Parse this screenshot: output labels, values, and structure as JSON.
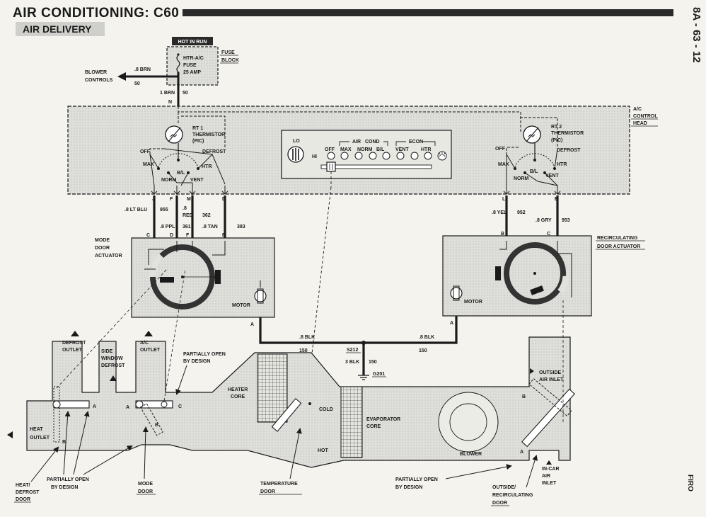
{
  "header": {
    "title": "AIR CONDITIONING: C60",
    "subtitle": "AIR DELIVERY",
    "page_ref": "8A - 63 - 12",
    "side_code": "FIRO"
  },
  "fuse_block": {
    "hot_in_run": "HOT IN RUN",
    "fuse_line1": "HTR-A/C",
    "fuse_line2": "FUSE",
    "fuse_rating": "25 AMP",
    "label_1": "FUSE",
    "label_2": "BLOCK",
    "blower_wire": ".8 BRN",
    "blower_circuit": "50",
    "blower_l1": "BLOWER",
    "blower_l2": "CONTROLS",
    "down_wire": "1 BRN",
    "down_circuit": "50",
    "pin": "N"
  },
  "control_head": {
    "label_1": "A/C",
    "label_2": "CONTROL",
    "label_3": "HEAD",
    "lo": "LO",
    "hi": "HI",
    "air": "AIR",
    "cond": "COND",
    "econ": "ECON",
    "buttons": [
      "OFF",
      "MAX",
      "NORM",
      "B/L",
      "VENT",
      "HTR"
    ]
  },
  "rt1": {
    "name": "RT 1",
    "l2": "THERMISTOR",
    "l3": "(PIC)",
    "off": "OFF",
    "max": "MAX",
    "defrost": "DEFROST",
    "bl": "B/L",
    "htr": "HTR",
    "norm": "NORM",
    "vent": "VENT",
    "pins": [
      "J",
      "F",
      "M",
      "D"
    ]
  },
  "rt2": {
    "name": "RT 2",
    "l2": "THERMISTOR",
    "l3": "(PIC)",
    "off": "OFF",
    "max": "MAX",
    "defrost": "DEFROST",
    "bl": "B/L",
    "htr": "HTR",
    "norm": "NORM",
    "vent": "VENT",
    "pins": [
      "L",
      "E"
    ]
  },
  "wires_left": {
    "w1": ".8 LT BLU",
    "c1": "955",
    "w2a": ".8",
    "w2b": "RED",
    "c2": "362",
    "w3": ".8 PPL",
    "c3": "361",
    "w4": ".8 TAN",
    "c4": "383",
    "pins": [
      "C",
      "D",
      "F",
      "B"
    ]
  },
  "wires_right": {
    "w1": ".8 YEL",
    "c1": "952",
    "w2": ".8 GRY",
    "c2": "953",
    "pins": [
      "B",
      "C"
    ]
  },
  "mode_actuator": {
    "l1": "MODE",
    "l2": "DOOR",
    "l3": "ACTUATOR",
    "motor": "MOTOR",
    "pin": "A"
  },
  "recirc_actuator": {
    "l1": "RECIRCULATING",
    "l2": "DOOR ACTUATOR",
    "motor": "MOTOR",
    "pin": "A"
  },
  "ground": {
    "w_left": ".8 BLK",
    "c_left": "150",
    "w_right": ".8 BLK",
    "c_right": "150",
    "splice": "S212",
    "w_down": "3 BLK",
    "c_down": "150",
    "ground": "G201"
  },
  "ducts": {
    "defrost_l1": "DEFROST",
    "defrost_l2": "OUTLET",
    "side_l1": "SIDE",
    "side_l2": "WINDOW",
    "side_l3": "DEFROST",
    "ac_l1": "A/C",
    "ac_l2": "OUTLET",
    "partial_l1": "PARTIALLY OPEN",
    "partial_l2": "BY DESIGN",
    "heater_l1": "HEATER",
    "heater_l2": "CORE",
    "cold": "COLD",
    "hot": "HOT",
    "evap_l1": "EVAPORATOR",
    "evap_l2": "CORE",
    "blower": "BLOWER",
    "outside_l1": "OUTSIDE",
    "outside_l2": "AIR INLET",
    "incar_l1": "IN-CAR",
    "incar_l2": "AIR",
    "incar_l3": "INLET",
    "heat_l1": "HEAT",
    "heat_l2": "OUTLET",
    "a1": "A",
    "b1": "B",
    "a2": "A",
    "b2": "B",
    "c2": "C",
    "a3": "A",
    "b3": "B"
  },
  "bottom_labels": {
    "hd_l1": "HEAT/",
    "hd_l2": "DEFROST",
    "hd_l3": "DOOR",
    "pob_l1": "PARTIALLY OPEN",
    "pob_l2": "BY DESIGN",
    "mode_l1": "MODE",
    "mode_l2": "DOOR",
    "temp_l1": "TEMPERATURE",
    "temp_l2": "DOOR",
    "pob2_l1": "PARTIALLY OPEN",
    "pob2_l2": "BY DESIGN",
    "od_l1": "OUTSIDE/",
    "od_l2": "RECIRCULATING",
    "od_l3": "DOOR"
  }
}
